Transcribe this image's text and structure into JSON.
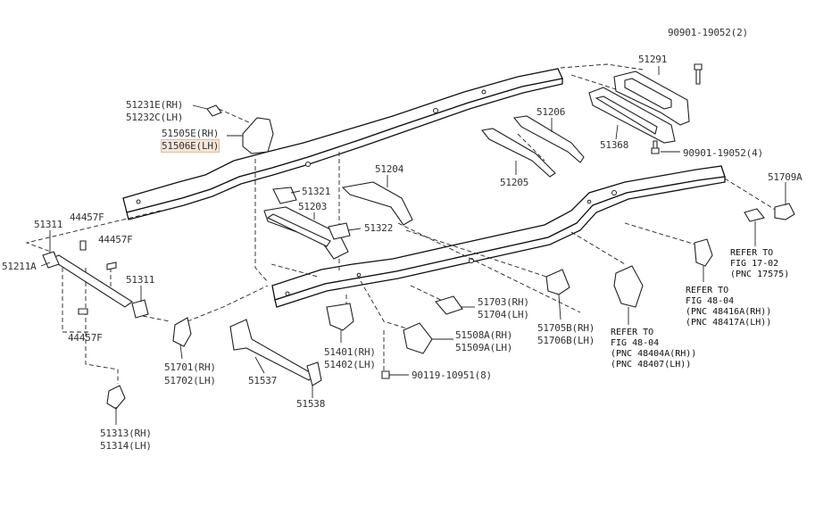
{
  "labels": {
    "p90901_19052_2": "90901-19052(2)",
    "p51291": "51291",
    "p51231e_rh": "51231E(RH)",
    "p51232c_lh": "51232C(LH)",
    "p51505e_rh": "51505E(RH)",
    "p51506e_lh": "51506E(LH)",
    "p51206": "51206",
    "p51368": "51368",
    "p90901_19052_4": "90901-19052(4)",
    "p51204": "51204",
    "p51205": "51205",
    "p51709a": "51709A",
    "p51321": "51321",
    "p51203": "51203",
    "p51322": "51322",
    "p51311_a": "51311",
    "p44457f_a": "44457F",
    "p44457f_b": "44457F",
    "p51211a": "51211A",
    "p51311_b": "51311",
    "p44457f_c": "44457F",
    "p51703_rh": "51703(RH)",
    "p51704_lh": "51704(LH)",
    "p51705b_rh": "51705B(RH)",
    "p51706b_lh": "51706B(LH)",
    "p51508a_rh": "51508A(RH)",
    "p51509a_lh": "51509A(LH)",
    "p51401_rh": "51401(RH)",
    "p51402_lh": "51402(LH)",
    "p90119_10951_8": "90119-10951(8)",
    "p51701_rh": "51701(RH)",
    "p51702_lh": "51702(LH)",
    "p51537": "51537",
    "p51538": "51538",
    "p51313_rh": "51313(RH)",
    "p51314_lh": "51314(LH)"
  },
  "references": {
    "ref_17_02": {
      "line1": "REFER TO",
      "line2": "FIG 17-02",
      "line3": "(PNC 17575)"
    },
    "ref_48_04_b": {
      "line1": "REFER TO",
      "line2": "FIG 48-04",
      "line3": "(PNC 48416A(RH))",
      "line4": "(PNC 48417A(LH))"
    },
    "ref_48_04_a": {
      "line1": "REFER TO",
      "line2": "FIG 48-04",
      "line3": "(PNC 48404A(RH))",
      "line4": "(PNC 48407(LH))"
    }
  }
}
